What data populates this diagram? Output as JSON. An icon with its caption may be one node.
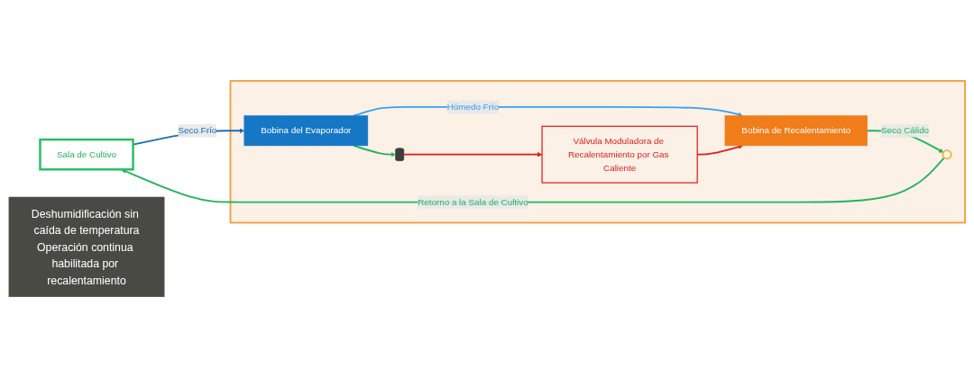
{
  "diagram": {
    "nodes": [
      {
        "text": [
          "Sala de Cultivo"
        ]
      },
      {
        "text": [],
        "shape": "box"
      },
      {
        "text": [],
        "shape": "circle",
        "in": 1
      },
      {
        "text": [
          "Bobina de Recalentamiento"
        ],
        "in": 1
      },
      {
        "text": [
          "Bobina del Evaporador"
        ],
        "in": 1
      },
      {
        "text": [],
        "shape": "cylinder",
        "in": 1
      },
      {
        "text": [
          "Válvula Moduladora de Recalentamiento por Gas Caliente"
        ],
        "in": 1
      },
      {
        "text": [
          "Deshumidificación sin caída de temperatura",
          "Operación continua habilitada por recalentamiento"
        ]
      }
    ],
    "edges": [
      {
        "from": 0,
        "to": 4,
        "arrow": "to",
        "label": "Seco Frío",
        "color": "#1a6fb5"
      },
      {
        "from": 4,
        "to": 3,
        "arrow": "to",
        "label": "Húmedo Frío",
        "color": "#3aa0f0"
      },
      {
        "from": 3,
        "to": 2,
        "arrow": "to",
        "label": "Seco Cálido"
      },
      {
        "from": 2,
        "to": 0,
        "arrow": "to",
        "label": "Retorno a la Sala de Cultivo"
      },
      {
        "from": 4,
        "to": 5,
        "arrow": "to"
      },
      {
        "from": 5,
        "to": 6,
        "arrow": "to",
        "color": "#e01b1b"
      },
      {
        "from": 6,
        "to": 3,
        "arrow": "to",
        "color": "#e01b1b"
      }
    ]
  }
}
